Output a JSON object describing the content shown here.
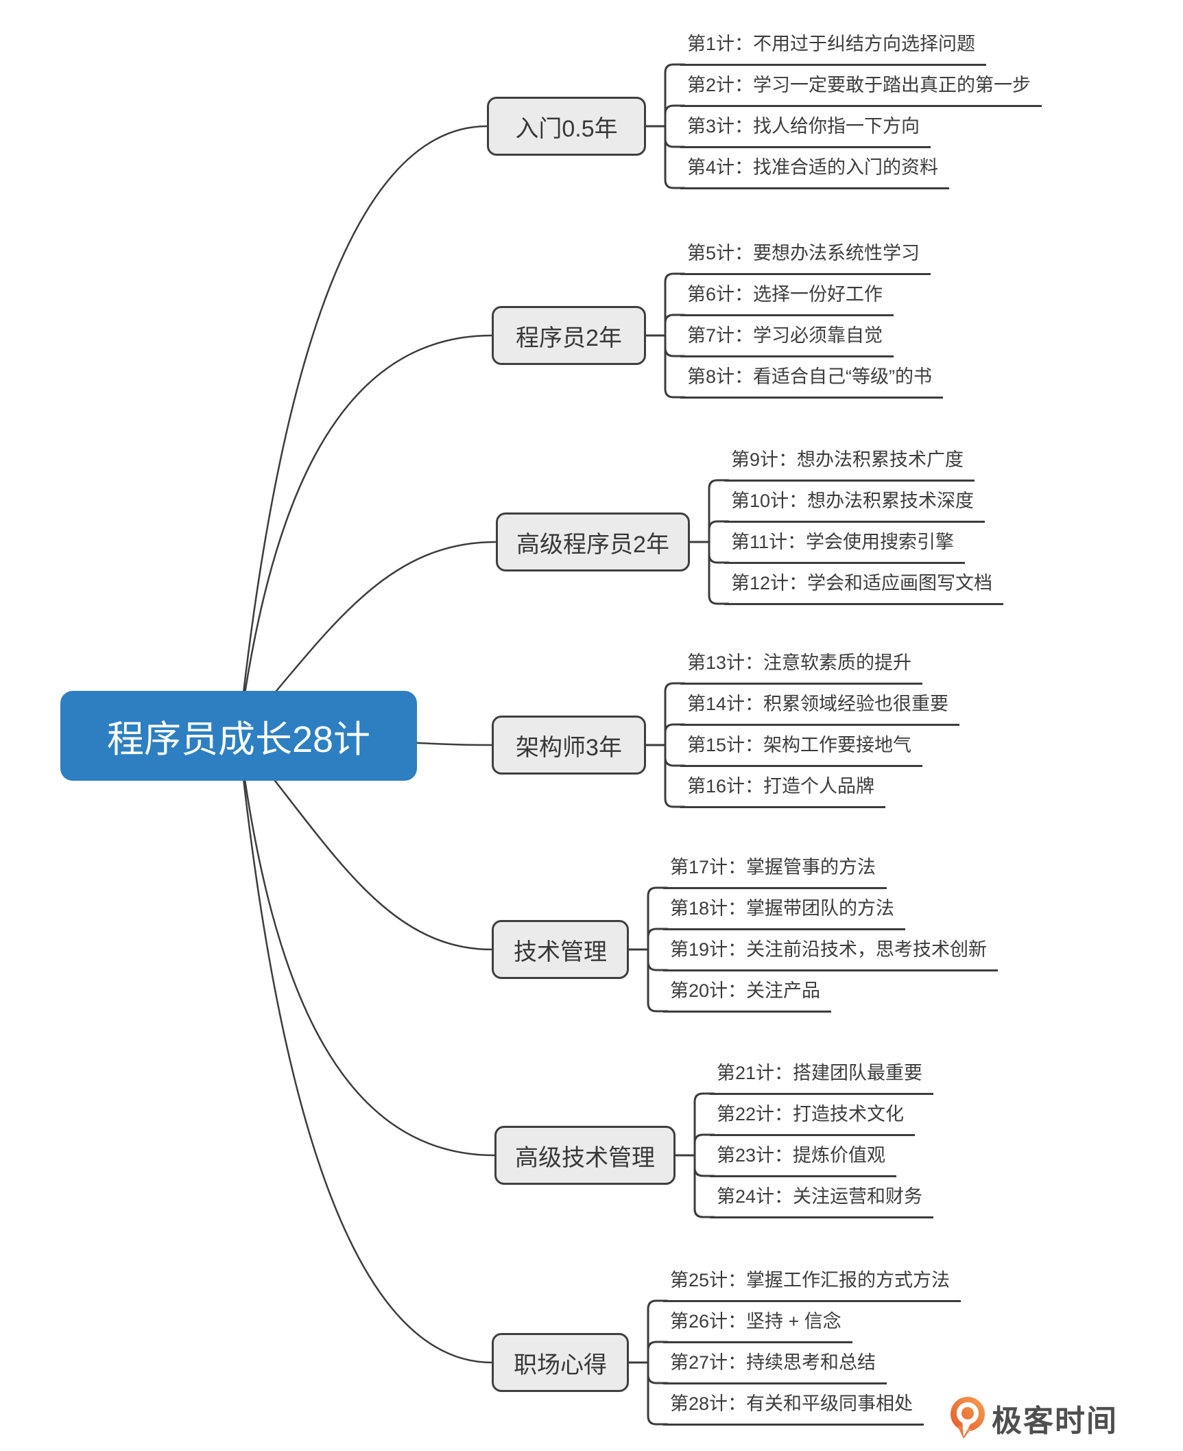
{
  "central": {
    "label": "程序员成长28计"
  },
  "branches": [
    {
      "label": "入门0.5年",
      "items": [
        "第1计：不用过于纠结方向选择问题",
        "第2计：学习一定要敢于踏出真正的第一步",
        "第3计：找人给你指一下方向",
        "第4计：找准合适的入门的资料"
      ]
    },
    {
      "label": "程序员2年",
      "items": [
        "第5计：要想办法系统性学习",
        "第6计：选择一份好工作",
        "第7计：学习必须靠自觉",
        "第8计：看适合自己“等级”的书"
      ]
    },
    {
      "label": "高级程序员2年",
      "items": [
        "第9计：想办法积累技术广度",
        "第10计：想办法积累技术深度",
        "第11计：学会使用搜索引擎",
        "第12计：学会和适应画图写文档"
      ]
    },
    {
      "label": "架构师3年",
      "items": [
        "第13计：注意软素质的提升",
        "第14计：积累领域经验也很重要",
        "第15计：架构工作要接地气",
        "第16计：打造个人品牌"
      ]
    },
    {
      "label": "技术管理",
      "items": [
        "第17计：掌握管事的方法",
        "第18计：掌握带团队的方法",
        "第19计：关注前沿技术，思考技术创新",
        "第20计：关注产品"
      ]
    },
    {
      "label": "高级技术管理",
      "items": [
        "第21计：搭建团队最重要",
        "第22计：打造技术文化",
        "第23计：提炼价值观",
        "第24计：关注运营和财务"
      ]
    },
    {
      "label": "职场心得",
      "items": [
        "第25计：掌握工作汇报的方式方法",
        "第26计：坚持 + 信念",
        "第27计：持续思考和总结",
        "第28计：有关和平级同事相处"
      ]
    }
  ],
  "footer": {
    "brand": "极客时间",
    "brand_icon": "geektime-logo-icon"
  },
  "colors": {
    "central_fill": "#2d7fc1",
    "central_text": "#ffffff",
    "branch_fill": "#ebebeb",
    "line": "#3c3c3c",
    "leaf_text": "#3c3c3c",
    "brand_orange_top": "#f7a052",
    "brand_orange_bottom": "#e35a2b"
  }
}
